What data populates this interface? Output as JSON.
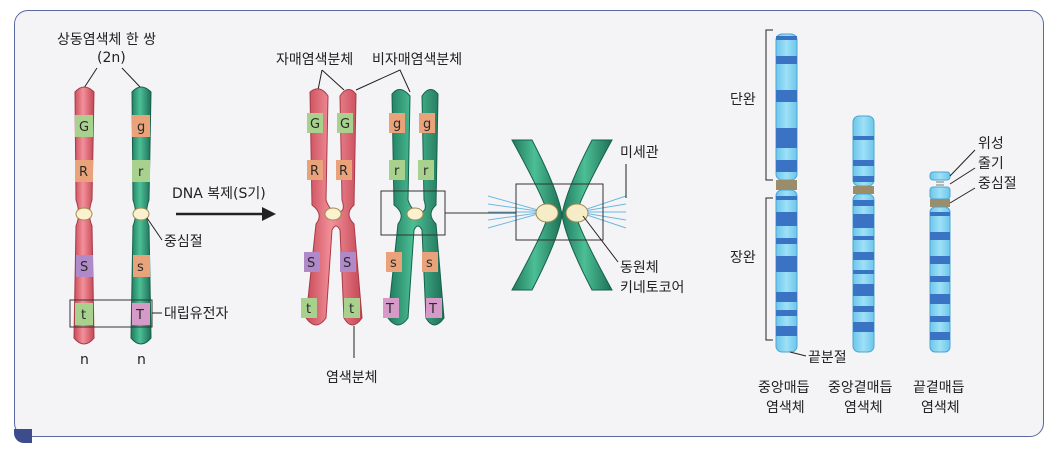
{
  "colors": {
    "red_chromosome": "#e8707c",
    "green_chromosome": "#2f9a78",
    "band_light": "#85d4f0",
    "band_dark": "#3a72c4",
    "frame": "#5a6aa0"
  },
  "homolog": {
    "title_line1": "상동염색체 한 쌍",
    "title_line2": "(2n)",
    "left_genes": [
      "G",
      "R",
      "S",
      "t"
    ],
    "right_genes": [
      "g",
      "r",
      "s",
      "T"
    ],
    "ploidy_left": "n",
    "ploidy_right": "n",
    "centromere_label": "중심절",
    "allele_label": "대립유전자"
  },
  "replication": {
    "arrow_label": "DNA 복제(S기)"
  },
  "duplicated": {
    "sister_label": "자매염색분체",
    "nonsister_label": "비자매염색분체",
    "chromatid_label": "염색분체",
    "red_genes": [
      "G",
      "R",
      "S",
      "t"
    ],
    "green_genes": [
      "g",
      "r",
      "s",
      "T"
    ]
  },
  "closeup": {
    "microtubule_label": "미세관",
    "kinetochore_line1": "동원체",
    "kinetochore_line2": "키네토코어"
  },
  "types": {
    "short_arm": "단완",
    "long_arm": "장완",
    "telomere": "끝분절",
    "satellite": "위성",
    "stalk": "줄기",
    "centromere": "중심절",
    "metacentric_line1": "중앙매듭",
    "metacentric_line2": "염색체",
    "submetacentric_line1": "중앙곁매듭",
    "submetacentric_line2": "염색체",
    "acrocentric_line1": "끝곁매듭",
    "acrocentric_line2": "염색체"
  }
}
